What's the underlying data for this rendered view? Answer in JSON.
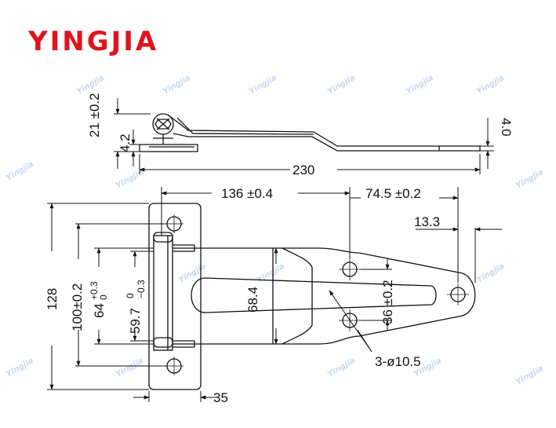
{
  "brand": {
    "name": "YINGJIA",
    "color": "#e0141e",
    "watermark": "Yingjia"
  },
  "colors": {
    "line": "#111111",
    "watermark": "#c9d8ef"
  },
  "top_view": {
    "height_total": "21 ±0.2",
    "base_thickness": "4.2",
    "plate_thickness": "4.0",
    "length": "230"
  },
  "plan_view": {
    "pin_to_hole": "136 ±0.4",
    "hole_to_tip": "74.5 ±0.2",
    "tip_offset": "13.3",
    "height_total": "128",
    "hole_span": "100±0.2",
    "strap_width": "68.4",
    "hole_pair": "36 ±0.2",
    "hole_spec": "3-ø10.5",
    "leaf_width": "35",
    "knuckle_64": {
      "nominal": "64",
      "upper": "+0.3",
      "lower": "0"
    },
    "knuckle_597": {
      "nominal": "59.7",
      "upper": "0",
      "lower": "−0.3"
    }
  }
}
